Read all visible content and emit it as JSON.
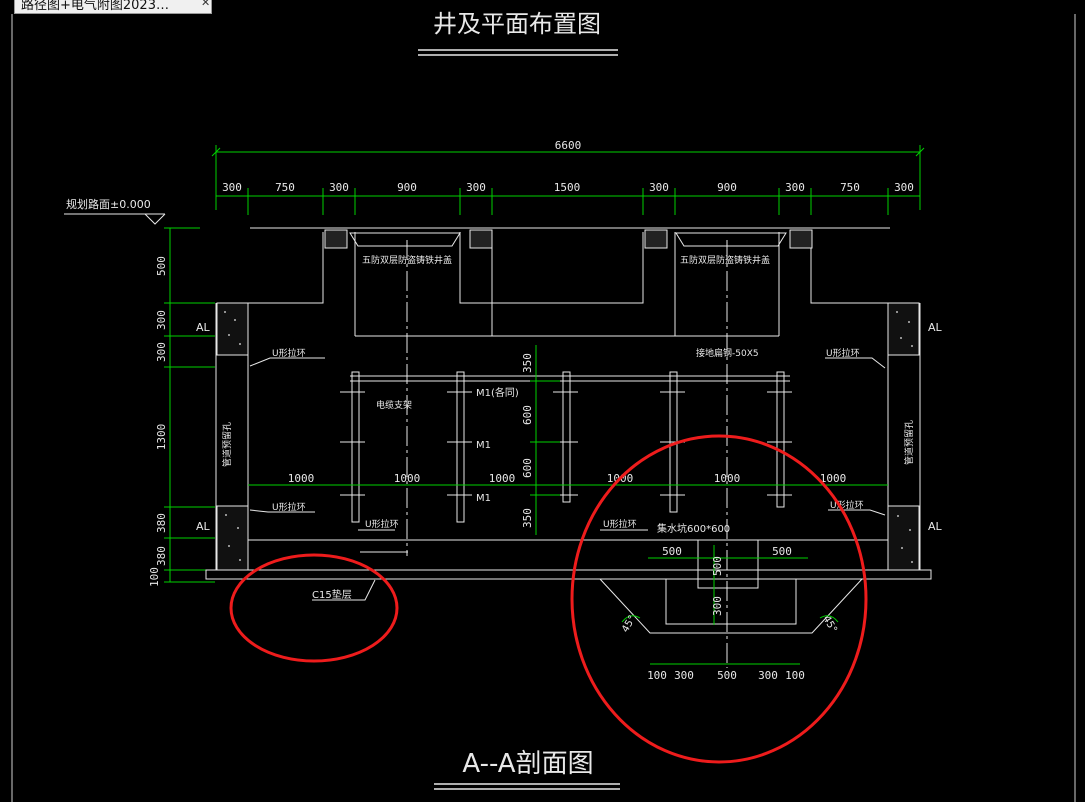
{
  "tab": {
    "title": "路径图+电气附图2023…",
    "close_glyph": "✕"
  },
  "drawing": {
    "top_title": "井及平面布置图",
    "section_title": "A--A剖面图",
    "ground_label": "规划路面±0.000",
    "total_dim": "6600",
    "top_dims": [
      "300",
      "750",
      "300",
      "900",
      "300",
      "1500",
      "300",
      "900",
      "300",
      "750",
      "300"
    ],
    "left_dims": [
      "500",
      "300",
      "300",
      "1300",
      "380",
      "380",
      "100"
    ],
    "manhole_cover_label": "五防双层防盗铸铁井盖",
    "al_label": "AL",
    "u_ring": "U形拉环",
    "ground_flat_steel": "接地扁钢-50X5",
    "cable_bracket": "电缆支架",
    "m1_same": "M1(各同)",
    "m1": "M1",
    "pipe_reserved": "管道预留孔",
    "span_dims": [
      "1000",
      "1000",
      "1000",
      "1000",
      "1000",
      "1000"
    ],
    "bracket_dims": [
      "350",
      "600",
      "600",
      "350"
    ],
    "sump_label": "集水坑600*600",
    "sump_dims": [
      "500",
      "500",
      "500",
      "300"
    ],
    "bottom_dims": [
      "100",
      "300",
      "500",
      "300",
      "100"
    ],
    "angle": "45°",
    "c15_label": "C15垫层"
  }
}
